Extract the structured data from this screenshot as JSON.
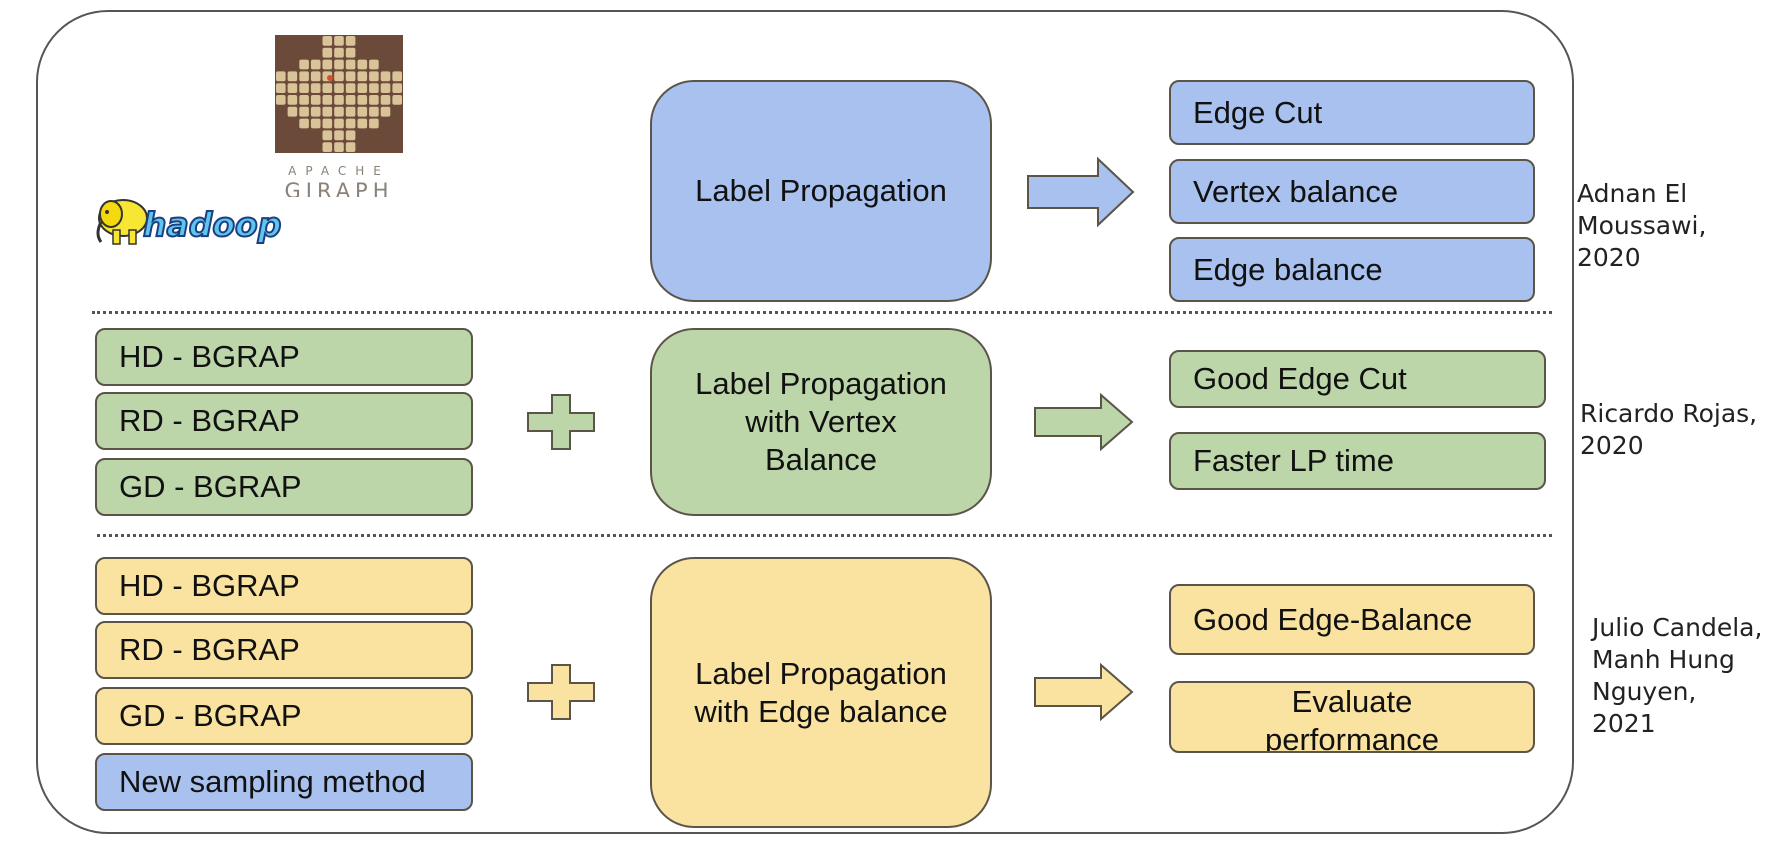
{
  "colors": {
    "blue": "#a8c1ef",
    "green": "#bcd6aa",
    "yellow": "#fae3a0",
    "border": "#5a5548"
  },
  "logos": {
    "giraph": {
      "line1": "APACHE",
      "line2": "GIRAPH"
    },
    "hadoop": {
      "text": "hadoop"
    }
  },
  "rows": [
    {
      "center": {
        "lines": [
          "Label Propagation"
        ]
      },
      "outputs": [
        "Edge Cut",
        "Vertex balance",
        "Edge balance"
      ],
      "credit": [
        "Adnan El",
        "Moussawi,",
        "2020"
      ]
    },
    {
      "inputs": [
        "HD - BGRAP",
        "RD - BGRAP",
        "GD - BGRAP"
      ],
      "center": {
        "lines": [
          "Label Propagation",
          "with Vertex",
          "Balance"
        ]
      },
      "outputs": [
        "Good Edge Cut",
        "Faster LP time"
      ],
      "credit": [
        "Ricardo Rojas,",
        "2020"
      ]
    },
    {
      "inputs": [
        "HD - BGRAP",
        "RD - BGRAP",
        "GD - BGRAP",
        "New sampling method"
      ],
      "center": {
        "lines": [
          "Label Propagation",
          "with Edge balance"
        ]
      },
      "outputs": [
        "Good Edge-Balance",
        [
          "Evaluate",
          "performance"
        ]
      ],
      "credit": [
        "Julio Candela,",
        "Manh Hung",
        "Nguyen,",
        "2021"
      ]
    }
  ]
}
